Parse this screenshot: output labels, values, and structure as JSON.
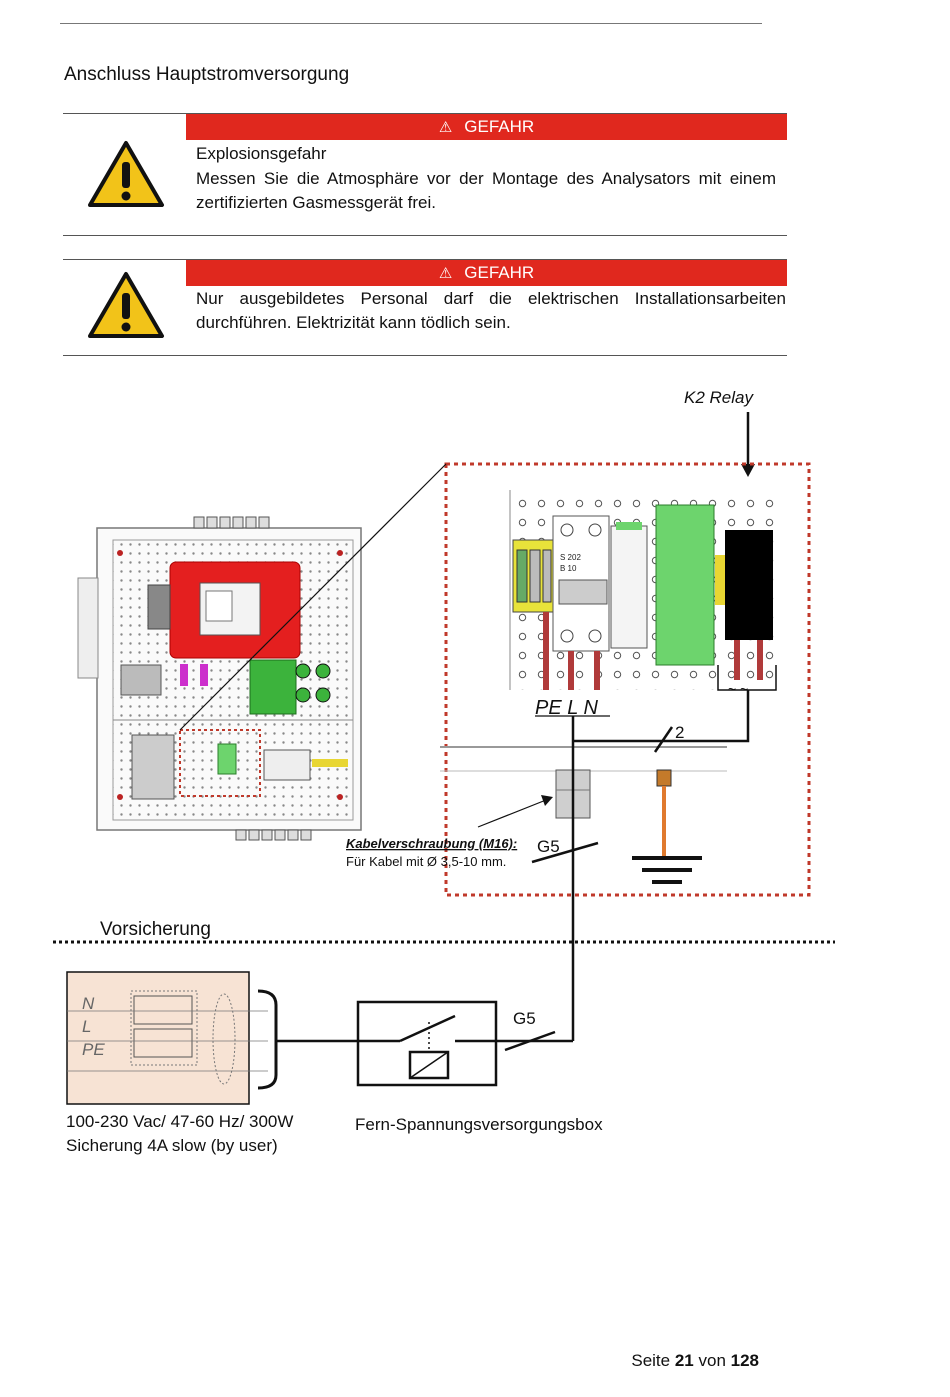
{
  "section_title": "Anschluss Hauptstromversorgung",
  "warnings": [
    {
      "banner": "GEFAHR",
      "banner_symbol": "⚠",
      "icon": "warning-triangle-icon",
      "title": "Explosionsgefahr",
      "text": "Messen Sie die Atmosphäre vor der Montage des Analysators mit einem zertifizierten Gasmessgerät frei."
    },
    {
      "banner": "GEFAHR",
      "banner_symbol": "⚠",
      "icon": "warning-triangle-icon",
      "text": "Nur ausgebildetes Personal darf die elektrischen Installationsarbeiten durchführen. Elektrizität kann tödlich sein."
    }
  ],
  "diagram": {
    "k2_relay": "K2 Relay",
    "terminals": "PE L N",
    "breaker_label_1": "S 202",
    "breaker_label_2": "B 10",
    "wire_count_2": "2",
    "cable_gland_title": "Kabelverschraubung (M16):",
    "cable_gland_text": "Für Kabel mit Ø 3,5-10 mm.",
    "g5_upper": "G5",
    "g5_lower": "G5",
    "vorsicherung": "Vorsicherung",
    "fuse_n": "N",
    "fuse_l": "L",
    "fuse_pe": "PE",
    "supply_line1": "100-230 Vac/ 47-60 Hz/ 300W",
    "supply_line2": "Sicherung 4A slow (by user)",
    "remote_box_label": "Fern-Spannungsversorgungsbox"
  },
  "footer": {
    "prefix": "Seite ",
    "page": "21",
    "middle": " von ",
    "total": "128"
  },
  "colors": {
    "danger_red": "#e0281e",
    "warning_yellow": "#f2c319",
    "dashed_red": "#c0392b",
    "fuse_fill": "#f7e3d4",
    "terminal_green": "#6dd46d",
    "wire_orange": "#e07a2e"
  }
}
